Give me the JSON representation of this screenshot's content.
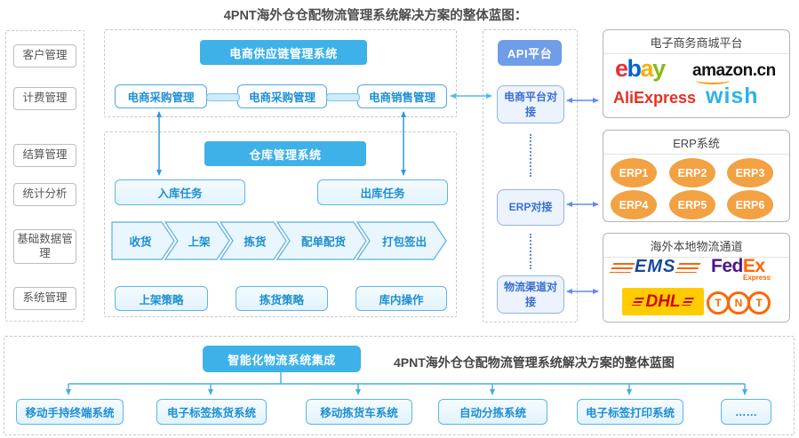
{
  "title": "4PNT海外仓仓配物流管理系统解决方案的整体蓝图：",
  "sidebar": {
    "items": [
      "客户管理",
      "计费管理",
      "结算管理",
      "统计分析",
      "基础数据管理",
      "系统管理"
    ]
  },
  "supply_chain": {
    "header": "电商供应链管理系统",
    "boxes": [
      "电商采购管理",
      "电商采购管理",
      "电商销售管理"
    ]
  },
  "warehouse": {
    "header": "仓库管理系统",
    "tasks": [
      "入库任务",
      "出库任务"
    ],
    "flow": [
      "收货",
      "上架",
      "拣货",
      "配单配货",
      "打包签出"
    ],
    "strategies": [
      "上架策略",
      "拣货策略",
      "库内操作"
    ]
  },
  "api": {
    "header": "API平台",
    "nodes": [
      "电商平台对接",
      "ERP对接",
      "物流渠道对接"
    ]
  },
  "panels": {
    "mall": {
      "title": "电子商务商城平台",
      "ebay_letters": [
        "e",
        "b",
        "a",
        "y"
      ],
      "amazon": "amazon.cn",
      "aliexpress": "AliExpress",
      "wish": "wish"
    },
    "erp": {
      "title": "ERP系统",
      "items": [
        "ERP1",
        "ERP2",
        "ERP3",
        "ERP4",
        "ERP5",
        "ERP6"
      ]
    },
    "logistics": {
      "title": "海外本地物流通道",
      "ems": "EMS",
      "fedex_fed": "Fed",
      "fedex_ex": "Ex",
      "fedex_sub": "Express",
      "dhl": "DHL",
      "tnt_letters": [
        "T",
        "N",
        "T"
      ]
    }
  },
  "bottom": {
    "header": "智能化物流系统集成",
    "caption": "4PNT海外仓仓配物流管理系统解决方案的整体蓝图",
    "systems": [
      "移动手持终端系统",
      "电子标签拣货系统",
      "移动拣货车系统",
      "自动分拣系统",
      "电子标签打印系统",
      "……"
    ]
  },
  "colors": {
    "header_blue": "#3EB1E8",
    "api_header_blue": "#6F9DE8",
    "box_text_blue": "#1E8FD0",
    "arrow_blue": "#2E9BD6",
    "arrow_light_blue": "#4FBCF0",
    "arrow_periwinkle": "#5B8FE8",
    "erp_orange": "#F2A143"
  }
}
